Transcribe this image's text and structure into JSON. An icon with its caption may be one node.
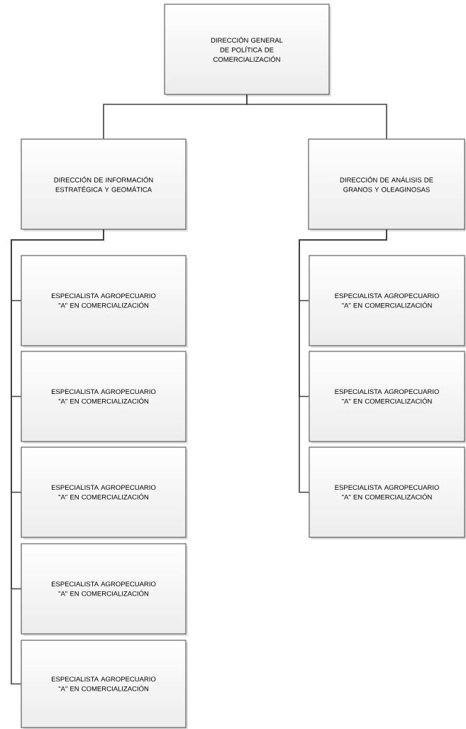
{
  "diagram": {
    "nodes": [
      {
        "text": [
          "DIRECCIÓN GENERAL DE POLÍTICA DE COMERCIALIZACIÓN"
        ]
      },
      {
        "text": [
          "DIRECCIÓN DE INFORMACIÓN ESTRATÉGICA Y GEOMÁTICA"
        ]
      },
      {
        "text": [
          "DIRECCIÓN DE ANÁLISIS DE GRANOS Y OLEAGINOSAS"
        ]
      },
      {
        "text": [
          "ESPECIALISTA AGROPECUARIO \"A\" EN COMERCIALIZACIÓN"
        ]
      },
      {
        "text": [
          "ESPECIALISTA AGROPECUARIO \"A\" EN COMERCIALIZACIÓN"
        ]
      },
      {
        "text": [
          "ESPECIALISTA AGROPECUARIO \"A\" EN COMERCIALIZACIÓN"
        ]
      },
      {
        "text": [
          "ESPECIALISTA AGROPECUARIO \"A\" EN COMERCIALIZACIÓN"
        ]
      },
      {
        "text": [
          "ESPECIALISTA AGROPECUARIO \"A\" EN COMERCIALIZACIÓN"
        ]
      },
      {
        "text": [
          "ESPECIALISTA AGROPECUARIO \"A\" EN COMERCIALIZACIÓN"
        ]
      },
      {
        "text": [
          "ESPECIALISTA AGROPECUARIO \"A\" EN COMERCIALIZACIÓN"
        ]
      },
      {
        "text": [
          "ESPECIALISTA AGROPECUARIO \"A\" EN COMERCIALIZACIÓN"
        ]
      }
    ],
    "edges": [
      {
        "from": 0,
        "to": 1,
        "arrow": "none"
      },
      {
        "from": 0,
        "to": 2,
        "arrow": "none"
      },
      {
        "from": 1,
        "to": 3,
        "arrow": "none"
      },
      {
        "from": 1,
        "to": 4,
        "arrow": "none"
      },
      {
        "from": 1,
        "to": 5,
        "arrow": "none"
      },
      {
        "from": 1,
        "to": 6,
        "arrow": "none"
      },
      {
        "from": 1,
        "to": 7,
        "arrow": "none"
      },
      {
        "from": 2,
        "to": 8,
        "arrow": "none"
      },
      {
        "from": 2,
        "to": 9,
        "arrow": "none"
      },
      {
        "from": 2,
        "to": 10,
        "arrow": "none"
      }
    ]
  }
}
